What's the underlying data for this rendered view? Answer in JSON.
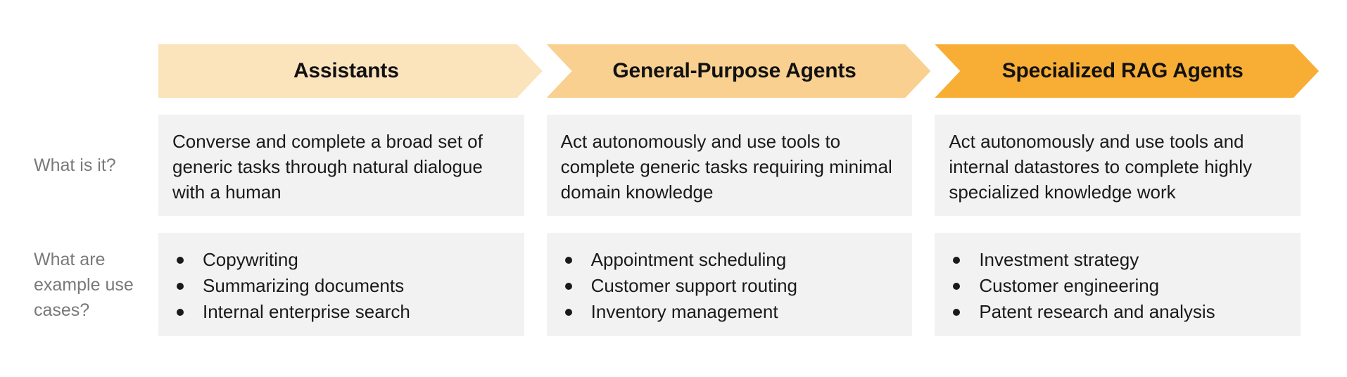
{
  "diagram": {
    "row_labels": {
      "what_is_it": "What is it?",
      "use_cases": "What are example use cases?"
    },
    "columns": [
      {
        "header": "Assistants",
        "header_color": "#FBE3BC",
        "what_is_it": "Converse and complete a broad set of generic tasks through natural dialogue with a human",
        "use_cases": [
          "Copywriting",
          "Summarizing documents",
          "Internal enterprise search"
        ]
      },
      {
        "header": "General-Purpose Agents",
        "header_color": "#F9D090",
        "what_is_it": "Act autonomously and use tools to complete generic tasks requiring minimal domain knowledge",
        "use_cases": [
          "Appointment scheduling",
          "Customer support routing",
          "Inventory management"
        ]
      },
      {
        "header": "Specialized RAG Agents",
        "header_color": "#F8AE34",
        "what_is_it": "Act autonomously and use tools and internal datastores to complete highly specialized knowledge work",
        "use_cases": [
          "Investment strategy",
          "Customer engineering",
          "Patent research and analysis"
        ]
      }
    ],
    "colors": {
      "cell_background": "#F2F2F3",
      "label_text": "#77797A",
      "body_text": "#191A1B",
      "header_text": "#121212"
    }
  }
}
